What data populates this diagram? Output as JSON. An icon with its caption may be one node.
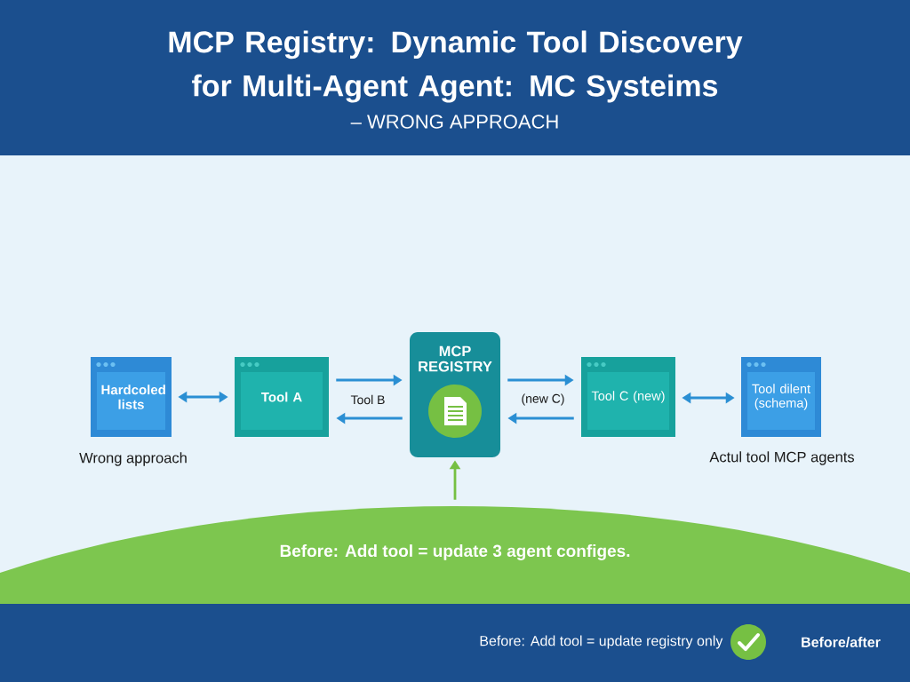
{
  "diagram": {
    "title": "MCP Registry: Dynamic Tool Discovery for Multi-Agent Agent: MC Systeims",
    "nodes": [
      {
        "text": [
          "Hardcoled lists"
        ],
        "beside": [
          "Wrong approach"
        ]
      },
      {
        "text": [
          "Tool A"
        ]
      },
      {
        "text": [
          "MCP REGISTRY"
        ]
      },
      {
        "text": [
          "Tool C (new)"
        ]
      },
      {
        "text": [
          "Tool dilent (schema)"
        ],
        "beside": [
          "Actul tool MCP agents"
        ]
      },
      {
        "text": [
          "Before: Add tool = update 3 agent configes."
        ]
      }
    ],
    "edges": [
      {
        "from": 0,
        "to": 1,
        "arrow": "both"
      },
      {
        "from": 1,
        "to": 2,
        "arrow": "to"
      },
      {
        "from": 2,
        "to": 1,
        "arrow": "to"
      },
      {
        "from": 2,
        "to": 3,
        "arrow": "to"
      },
      {
        "from": 3,
        "to": 2,
        "arrow": "to"
      },
      {
        "from": 3,
        "to": 4,
        "arrow": "both"
      },
      {
        "from": 5,
        "to": 2,
        "arrow": "to",
        "color": "#76c043"
      }
    ],
    "labels": [
      "– WRONG APPROACH",
      "Tool B",
      "(new C)",
      "Before: Add tool = update registry only",
      "Before/after"
    ]
  }
}
